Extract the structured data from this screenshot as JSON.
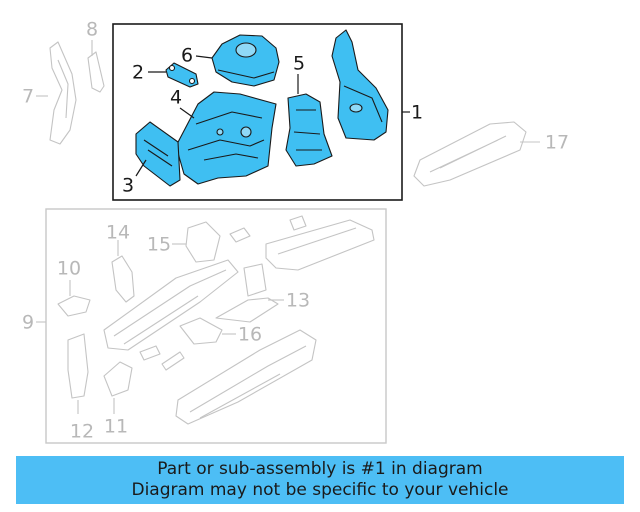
{
  "diagram": {
    "colors": {
      "highlight_fill": "#3fbff2",
      "highlight_stroke": "#1a1a1a",
      "ghost_stroke": "#c4c4c4",
      "ghost_text": "#b8b8b8",
      "active_text": "#1a1a1a",
      "box_stroke": "#1a1a1a",
      "ghost_box_stroke": "#c8c8c8"
    },
    "callouts": [
      {
        "id": "1",
        "label": "1",
        "highlighted": true
      },
      {
        "id": "2",
        "label": "2",
        "highlighted": true
      },
      {
        "id": "3",
        "label": "3",
        "highlighted": true
      },
      {
        "id": "4",
        "label": "4",
        "highlighted": true
      },
      {
        "id": "5",
        "label": "5",
        "highlighted": true
      },
      {
        "id": "6",
        "label": "6",
        "highlighted": true
      },
      {
        "id": "7",
        "label": "7",
        "highlighted": false
      },
      {
        "id": "8",
        "label": "8",
        "highlighted": false
      },
      {
        "id": "9",
        "label": "9",
        "highlighted": false
      },
      {
        "id": "10",
        "label": "10",
        "highlighted": false
      },
      {
        "id": "11",
        "label": "11",
        "highlighted": false
      },
      {
        "id": "12",
        "label": "12",
        "highlighted": false
      },
      {
        "id": "13",
        "label": "13",
        "highlighted": false
      },
      {
        "id": "14",
        "label": "14",
        "highlighted": false
      },
      {
        "id": "15",
        "label": "15",
        "highlighted": false
      },
      {
        "id": "16",
        "label": "16",
        "highlighted": false
      },
      {
        "id": "17",
        "label": "17",
        "highlighted": false
      }
    ]
  },
  "banner": {
    "line1": "Part or sub-assembly is #1 in diagram",
    "line2": "Diagram may not be specific to your vehicle",
    "background": "#4dbef5"
  }
}
